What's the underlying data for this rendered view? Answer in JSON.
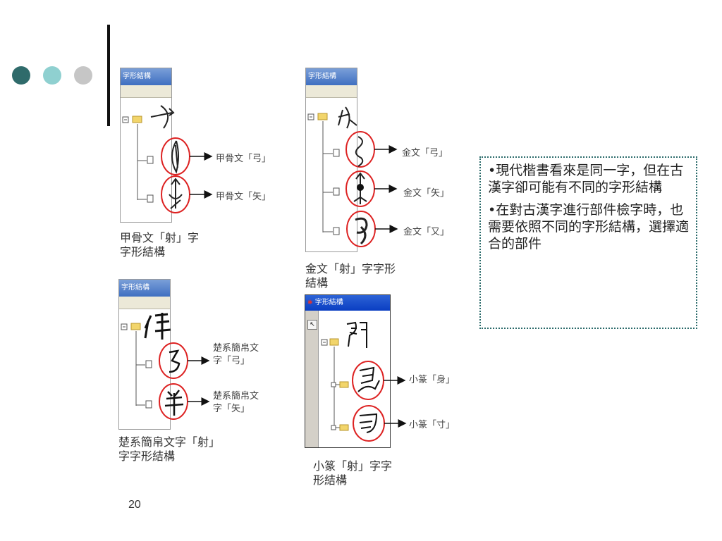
{
  "decor": {
    "dot_colors": [
      "#2f6b6b",
      "#8fd0d0",
      "#c6c6c6"
    ]
  },
  "panels": {
    "oracle": {
      "title": "字形結構",
      "caption_line1": "甲骨文「射」字",
      "caption_line2": "字形結構",
      "labels": [
        "甲骨文「弓」",
        "甲骨文「矢」"
      ]
    },
    "bronze": {
      "title": "字形結構",
      "caption_line1": "金文「射」字字形",
      "caption_line2": "結構",
      "labels": [
        "金文「弓」",
        "金文「矢」",
        "金文「又」"
      ]
    },
    "chu": {
      "title": "字形結構",
      "caption_line1": "楚系簡帛文字「射」",
      "caption_line2": "字字形結構",
      "labels_line1": [
        "楚系簡帛文",
        "楚系簡帛文"
      ],
      "labels_line2": [
        "字「弓」",
        "字「矢」"
      ]
    },
    "seal": {
      "title": "字形結構",
      "caption_line1": "小篆「射」字字",
      "caption_line2": "形結構",
      "labels": [
        "小篆「身」",
        "小篆「寸」"
      ]
    }
  },
  "note": {
    "bullet1": "•現代楷書看來是同一字，但在古漢字卻可能有不同的字形結構",
    "bullet2": "•在對古漢字進行部件檢字時，也需要依照不同的字形結構，選擇適合的部件"
  },
  "page_number": "20"
}
